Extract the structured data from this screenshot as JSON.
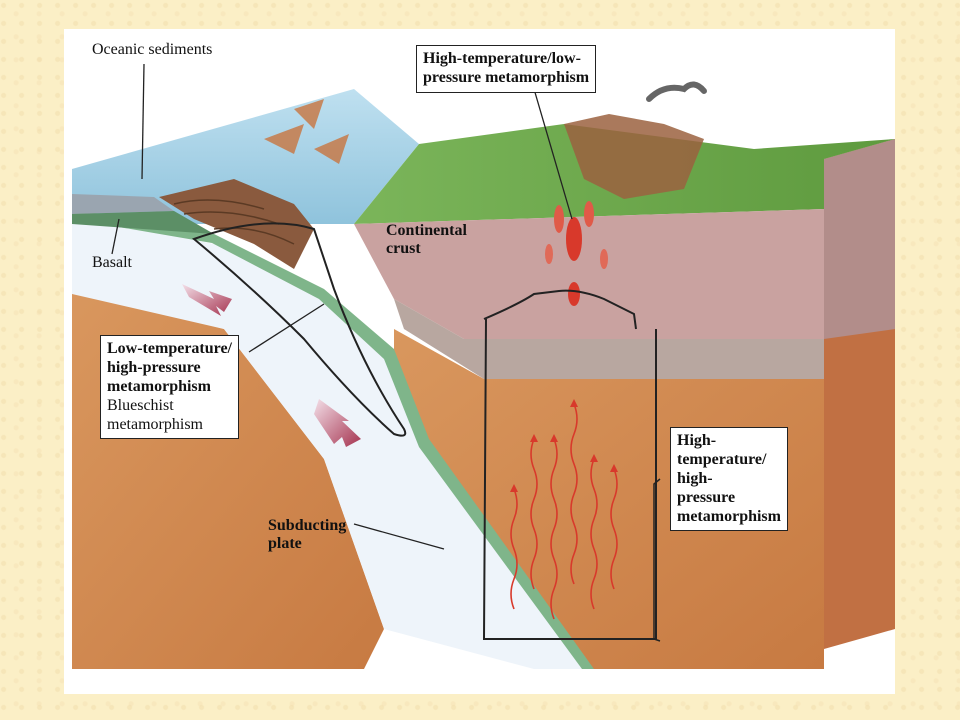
{
  "labels": {
    "oceanic_sediments": "Oceanic sediments",
    "basalt": "Basalt",
    "continental_crust_line1": "Continental",
    "continental_crust_line2": "crust",
    "subducting_plate_line1": "Subducting",
    "subducting_plate_line2": "plate"
  },
  "boxes": {
    "ht_lp": {
      "line1": "High-temperature/low-",
      "line2": "pressure metamorphism"
    },
    "lt_hp": {
      "line1": "Low-temperature/",
      "line2": "high-pressure",
      "line3": "metamorphism",
      "line4": "Blueschist",
      "line5": "metamorphism"
    },
    "ht_hp": {
      "line1": "High-",
      "line2": "temperature/",
      "line3": "high-",
      "line4": "pressure",
      "line5": "metamorphism"
    }
  },
  "colors": {
    "page_background": "#fbefc6",
    "ocean": "#a9d2e6",
    "land": "#6aa84f",
    "continental_crust": "#c9a2a0",
    "lower_crust": "#b8a7a0",
    "mantle": "#d48a52",
    "subducting_slab": "#eef4fa",
    "slab_edge": "#7fb58a",
    "magma": "#d8392b"
  }
}
